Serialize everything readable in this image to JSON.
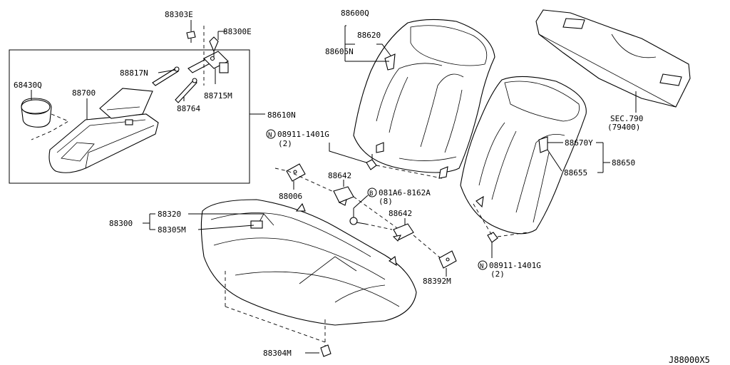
{
  "labels": {
    "p88303E": "88303E",
    "p88300E": "88300E",
    "p88817N": "88817N",
    "p88715M": "88715M",
    "p88764": "88764",
    "p68430Q": "68430Q",
    "p88700": "88700",
    "p88610N": "88610N",
    "p88600Q": "88600Q",
    "p88620": "88620",
    "p88605N": "88605N",
    "p08911_a": "08911-1401G",
    "p08911_a_qty": "(2)",
    "p88642_a": "88642",
    "p88006": "88006",
    "p081A6": "081A6-8162A",
    "p081A6_qty": "(8)",
    "p88642_b": "88642",
    "p88320": "88320",
    "p88300": "88300",
    "p88305M": "88305M",
    "p88392M": "88392M",
    "p08911_b": "08911-1401G",
    "p08911_b_qty": "(2)",
    "p88304M": "88304M",
    "p88670Y": "88670Y",
    "p88650": "88650",
    "p88655": "88655",
    "sec790": "SEC.790",
    "sec790_ref": "(79400)",
    "diagram_id": "J88000X5"
  },
  "symbols": {
    "nut_marker": "N",
    "bolt_marker": "B"
  }
}
